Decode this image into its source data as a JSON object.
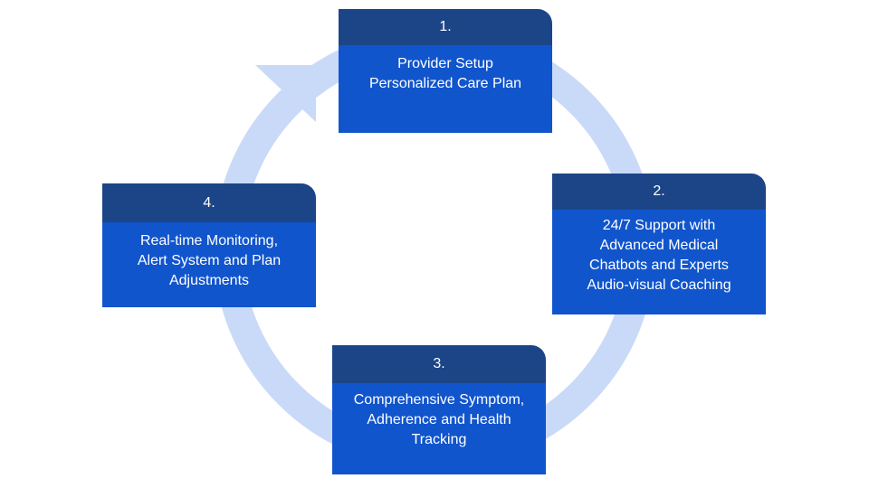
{
  "colors": {
    "ring": "#c9daf8",
    "header": "#1c4587",
    "body": "#1155cc",
    "text": "#ffffff"
  },
  "steps": [
    {
      "number": "1.",
      "text": "Provider Setup\nPersonalized Care Plan"
    },
    {
      "number": "2.",
      "text": "24/7 Support with\nAdvanced Medical\nChatbots and Experts\nAudio-visual Coaching"
    },
    {
      "number": "3.",
      "text": "Comprehensive Symptom,\nAdherence and Health\nTracking"
    },
    {
      "number": "4.",
      "text": "Real-time Monitoring,\nAlert System and Plan\nAdjustments"
    }
  ]
}
